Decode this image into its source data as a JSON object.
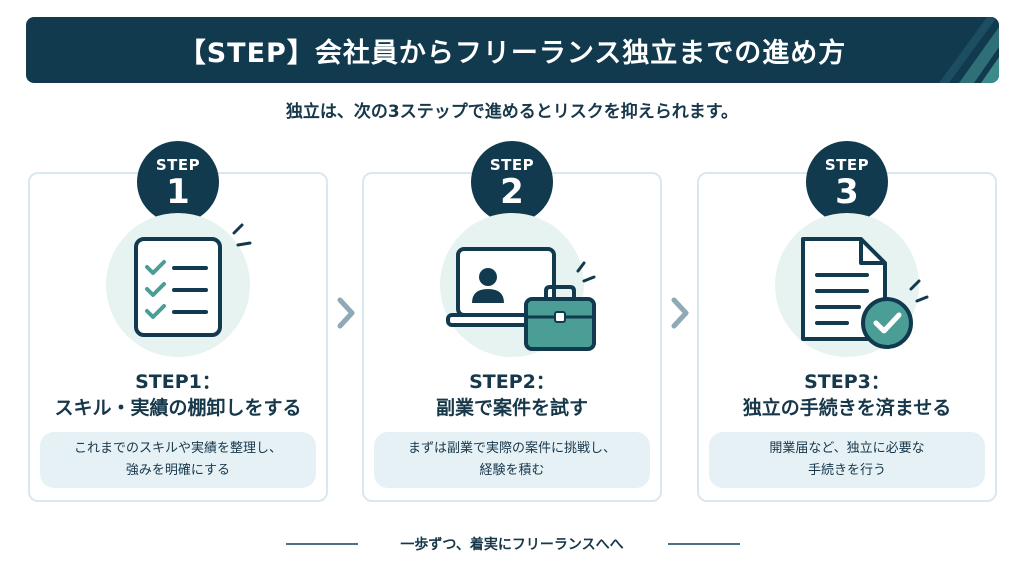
{
  "header": {
    "title": "【STEP】会社員からフリーランス独立までの進め方"
  },
  "subtitle": "独立は、次の3ステップで進めるとリスクを抑えられます。",
  "steps": [
    {
      "badge_label": "STEP",
      "badge_number": "1",
      "title_line1": "STEP1：",
      "title_line2": "スキル・実績の棚卸しをする",
      "desc_line1": "これまでのスキルや実績を整理し、",
      "desc_line2": "強みを明確にする",
      "icon": "checklist-icon"
    },
    {
      "badge_label": "STEP",
      "badge_number": "2",
      "title_line1": "STEP2：",
      "title_line2": "副業で案件を試す",
      "desc_line1": "まずは副業で実際の案件に挑戦し、",
      "desc_line2": "経験を積む",
      "icon": "laptop-briefcase-icon"
    },
    {
      "badge_label": "STEP",
      "badge_number": "3",
      "title_line1": "STEP3：",
      "title_line2": "独立の手続きを済ませる",
      "desc_line1": "開業届など、独立に必要な",
      "desc_line2": "手続きを行う",
      "icon": "document-check-icon"
    }
  ],
  "footer": "一歩ずつ、着実にフリーランスへへ",
  "colors": {
    "navy": "#123a4f",
    "teal": "#4a9e96",
    "light_teal_bg": "#e6f3f1",
    "desc_bg": "#e6f1f6",
    "card_border": "#d9e8ee",
    "chevron": "#8fa9b6"
  }
}
